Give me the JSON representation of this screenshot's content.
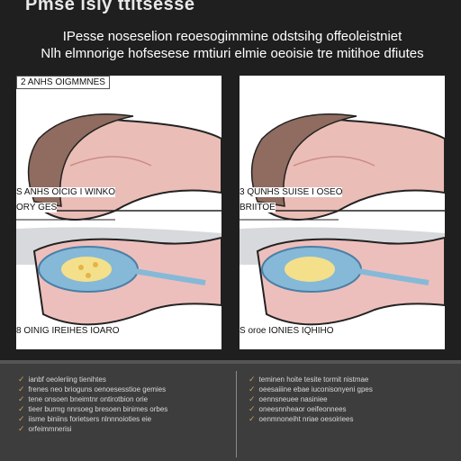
{
  "header": {
    "title": "Pmse lsiy ttitsesse",
    "subtitle_line1": "IPesse noseselion reoesogimmine odstsihg offeoleistniet",
    "subtitle_line2": "Nlh elmnorige hofsesese rmtiuri elmie oeoisie tre mitihoe dfiutes"
  },
  "panels": {
    "top_left": {
      "label_top": "2  ANHS OIGMMNES",
      "label_bottom": "S  ANHS OICIG I WINKO"
    },
    "top_right": {
      "label_bottom": "3  QUNHS SUISE I OSEO"
    },
    "bottom_left": {
      "label_top": "ORY GES",
      "label_bottom": "8  OINIG IREIHES IOARO"
    },
    "bottom_right": {
      "label_top": "BRIITOE",
      "label_bottom": "S  oroe IONIES IQHIHO"
    }
  },
  "bullets_left": [
    "ianbf oeoleriing        tienihtes",
    "frenes neo brioguns oenoesesstioe gemies",
    "tene onsoen bneimtnr ontirotbion orie",
    "tieer burmg nnrsoeg bresoen binimes orbes",
    "iisme biniins forietsers nlnnnoioties eie",
    "orfeimmnerisi"
  ],
  "bullets_right": [
    "teminen hoite tesite tormit nistmae",
    "oeesaiiine ebae iuconisonyeni gpes",
    "oennsneuee nasiniee",
    "oneesnnheaor oeifeonnees",
    "oenmnoneiht nriae oesoiriees"
  ],
  "icons": {
    "bullet_mark": "check-icon"
  },
  "colors": {
    "skin": "#e9b8b4",
    "hair": "#8f6c5f",
    "fluid": "#86b9d8",
    "spot": "#f4e08a",
    "accent": "#c8a15a"
  }
}
